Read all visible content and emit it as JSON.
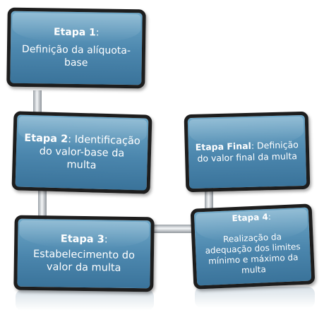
{
  "steps": [
    {
      "title": "Etapa 1",
      "sep": ":",
      "text": "Definição da alíquota-base"
    },
    {
      "title": "Etapa 2",
      "sep": ":",
      "text": "Identificação do valor-base da multa"
    },
    {
      "title": "Etapa 3",
      "sep": ":",
      "text": "Estabelecimento do valor da multa"
    },
    {
      "title": "Etapa 4",
      "sep": ":",
      "text": "Realização da adequação dos limites mínimo e máximo  da multa"
    },
    {
      "title": "Etapa Final",
      "sep": ":",
      "text": "Definição do valor final da multa"
    }
  ],
  "colors": {
    "box_fill": "#4b86ad",
    "box_border": "#1d1d1d",
    "connector": "#c8cdd2"
  }
}
